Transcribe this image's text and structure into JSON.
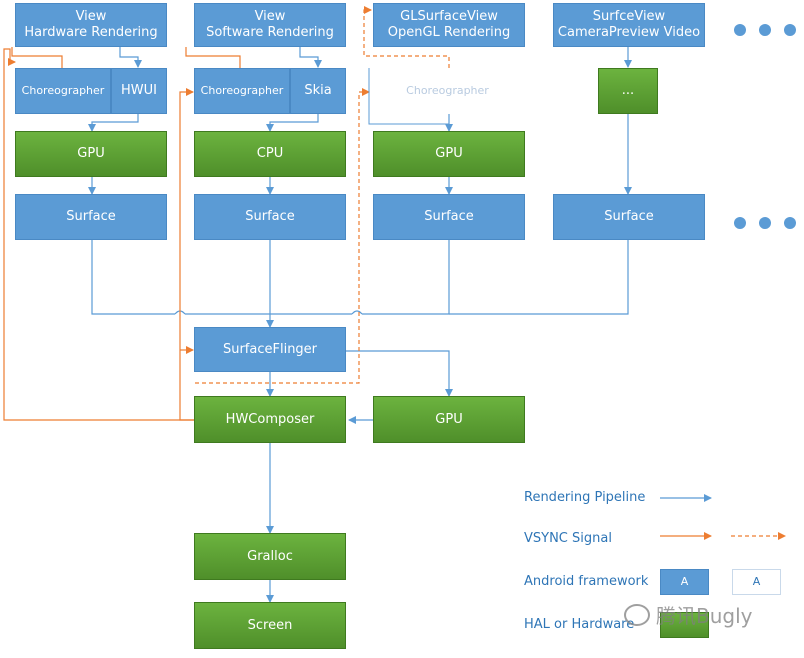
{
  "nodes": {
    "view_hw": "View\nHardware Rendering",
    "view_sw": "View\nSoftware Rendering",
    "view_gl": "GLSurfaceView\nOpenGL Rendering",
    "view_cam": "SurfceView\nCameraPreview Video",
    "choreo_hw": "Choreographer",
    "hwui": "HWUI",
    "choreo_sw": "Choreographer",
    "skia": "Skia",
    "choreo_gl": "Choreographer",
    "cam_dots": "...",
    "gpu_1": "GPU",
    "cpu": "CPU",
    "gpu_3": "GPU",
    "surface_1": "Surface",
    "surface_2": "Surface",
    "surface_3": "Surface",
    "surface_4": "Surface",
    "surfaceflinger": "SurfaceFlinger",
    "hwcomposer": "HWComposer",
    "gpu_sf": "GPU",
    "gralloc": "Gralloc",
    "screen": "Screen"
  },
  "legend": {
    "rendering_pipeline": "Rendering Pipeline",
    "vsync_signal": "VSYNC Signal",
    "android_framework": "Android framework",
    "framework_box_a": "A",
    "framework_box_b": "A",
    "hal": "HAL or Hardware"
  },
  "watermark": "腾讯Bugly",
  "colors": {
    "framework_blue": "#5b9bd5",
    "hardware_green": "#5fa232",
    "pipeline_arrow": "#5b9bd5",
    "vsync_arrow": "#ed7d31",
    "legend_text": "#2e75b6"
  }
}
